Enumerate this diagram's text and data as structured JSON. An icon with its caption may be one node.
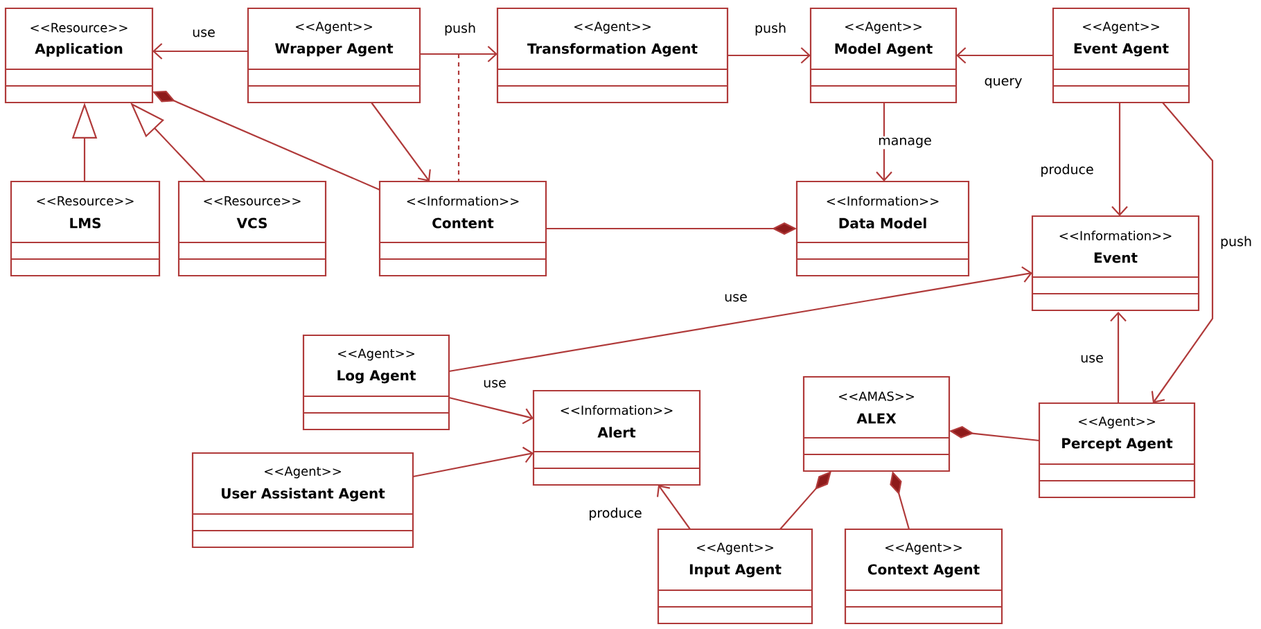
{
  "diagram": {
    "nodes": [
      {
        "text": [
          "<<Resource>>",
          "Application"
        ]
      },
      {
        "text": [
          "<<Agent>>",
          "Wrapper Agent"
        ]
      },
      {
        "text": [
          "<<Agent>>",
          "Transformation Agent"
        ]
      },
      {
        "text": [
          "<<Agent>>",
          "Model Agent"
        ]
      },
      {
        "text": [
          "<<Agent>>",
          "Event Agent"
        ]
      },
      {
        "text": [
          "<<Resource>>",
          "LMS"
        ]
      },
      {
        "text": [
          "<<Resource>>",
          "VCS"
        ]
      },
      {
        "text": [
          "<<Information>>",
          "Content"
        ]
      },
      {
        "text": [
          "<<Information>>",
          "Data Model"
        ]
      },
      {
        "text": [
          "<<Information>>",
          "Event"
        ]
      },
      {
        "text": [
          "<<Agent>>",
          "Log Agent"
        ]
      },
      {
        "text": [
          "<<Information>>",
          "Alert"
        ]
      },
      {
        "text": [
          "<<AMAS>>",
          "ALEX"
        ]
      },
      {
        "text": [
          "<<Agent>>",
          "Percept Agent"
        ]
      },
      {
        "text": [
          "<<Agent>>",
          "User Assistant Agent"
        ]
      },
      {
        "text": [
          "<<Agent>>",
          "Input Agent"
        ]
      },
      {
        "text": [
          "<<Agent>>",
          "Context Agent"
        ]
      }
    ],
    "edges": [
      {
        "from": 1,
        "to": 0,
        "arrow": "to",
        "label": "use"
      },
      {
        "from": 1,
        "to": 2,
        "arrow": "to",
        "label": "push"
      },
      {
        "from": null,
        "to": 7,
        "arrow": "none",
        "style": "dashed"
      },
      {
        "from": 2,
        "to": 3,
        "arrow": "to",
        "label": "push"
      },
      {
        "from": 4,
        "to": 3,
        "arrow": "to",
        "label": "query"
      },
      {
        "from": 3,
        "to": 8,
        "arrow": "to",
        "label": "manage"
      },
      {
        "from": 4,
        "to": 9,
        "arrow": "to",
        "label": "produce"
      },
      {
        "from": 4,
        "to": 13,
        "arrow": "to",
        "label": "push"
      },
      {
        "from": 5,
        "to": 0,
        "arrow": "to"
      },
      {
        "from": 6,
        "to": 0,
        "arrow": "to"
      },
      {
        "from": 7,
        "to": 0,
        "arrow": "other"
      },
      {
        "from": 1,
        "to": 7,
        "arrow": "to"
      },
      {
        "from": 7,
        "to": 8,
        "arrow": "other"
      },
      {
        "from": 10,
        "to": 9,
        "arrow": "to",
        "label": "use"
      },
      {
        "from": 10,
        "to": 11,
        "arrow": "to",
        "label": "use"
      },
      {
        "from": 14,
        "to": 11,
        "arrow": "to"
      },
      {
        "from": 15,
        "to": 11,
        "arrow": "to",
        "label": "produce"
      },
      {
        "from": 13,
        "to": 9,
        "arrow": "to",
        "label": "use"
      },
      {
        "from": 13,
        "to": 12,
        "arrow": "other"
      },
      {
        "from": 15,
        "to": 12,
        "arrow": "other"
      },
      {
        "from": 16,
        "to": 12,
        "arrow": "other"
      }
    ]
  }
}
